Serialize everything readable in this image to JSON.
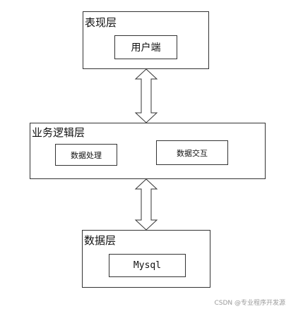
{
  "layers": {
    "presentation": {
      "title": "表现层",
      "component": "用户端"
    },
    "business": {
      "title": "业务逻辑层",
      "components": [
        "数据处理",
        "数据交互"
      ]
    },
    "data": {
      "title": "数据层",
      "component": "Mysql"
    }
  },
  "watermark": "CSDN @专业程序开发源",
  "colors": {
    "border": "#333333",
    "watermark": "#9a9a9a",
    "background": "#ffffff"
  }
}
